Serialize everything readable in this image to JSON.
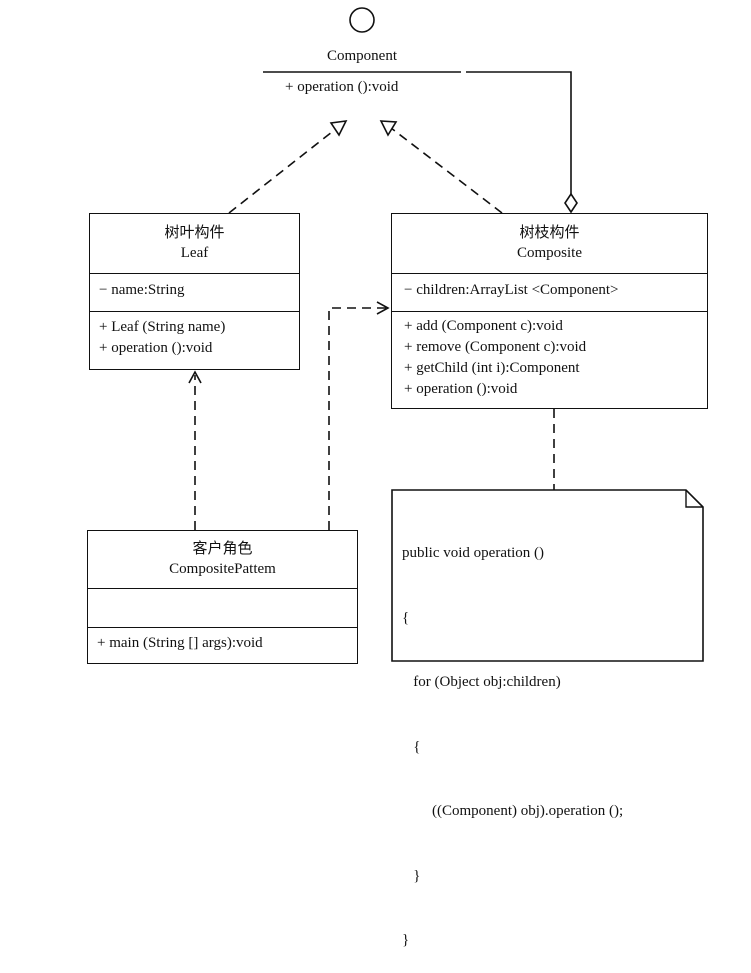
{
  "component": {
    "name": "Component",
    "operation": "+ operation ():void"
  },
  "leaf": {
    "title_cn": "树叶构件",
    "title_en": "Leaf",
    "attributes": [
      "− name:String"
    ],
    "methods": [
      "+ Leaf (String name)",
      "+ operation ():void"
    ]
  },
  "composite": {
    "title_cn": "树枝构件",
    "title_en": "Composite",
    "attributes": [
      "− children:ArrayList <Component>"
    ],
    "methods": [
      "+ add (Component c):void",
      "+ remove (Component c):void",
      "+ getChild (int i):Component",
      "+ operation ():void"
    ]
  },
  "client": {
    "title_cn": "客户角色",
    "title_en": "CompositePattem",
    "attributes": [],
    "methods": [
      "+ main (String [] args):void"
    ]
  },
  "note": {
    "lines": [
      "public void operation ()",
      "{",
      "   for (Object obj:children)",
      "   {",
      "        ((Component) obj).operation ();",
      "   }",
      "}"
    ]
  }
}
